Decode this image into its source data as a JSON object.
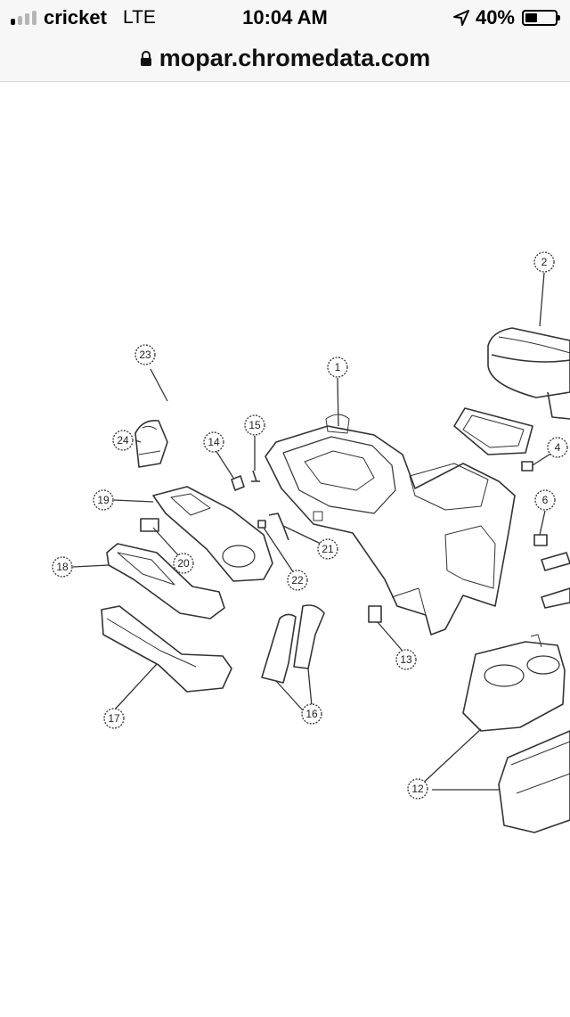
{
  "status_bar": {
    "carrier": "cricket",
    "network": "LTE",
    "time": "10:04 AM",
    "battery_percent": "40%",
    "battery_level": 0.4,
    "signal_bars_active": 1,
    "signal_bars_total": 4
  },
  "browser": {
    "url": "mopar.chromedata.com",
    "lock_icon": "lock-icon"
  },
  "diagram": {
    "callouts": [
      "1",
      "2",
      "4",
      "6",
      "12",
      "13",
      "14",
      "15",
      "16",
      "17",
      "18",
      "19",
      "20",
      "21",
      "22",
      "23",
      "24"
    ]
  },
  "icons": {
    "location": "location-arrow-icon",
    "battery": "battery-icon",
    "signal": "signal-bars-icon"
  }
}
